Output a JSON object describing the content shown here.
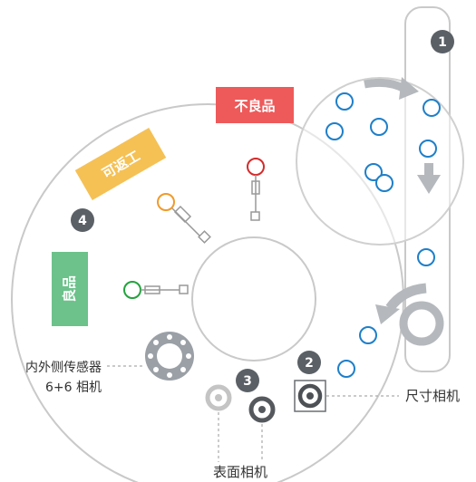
{
  "colors": {
    "outline": "#c9c9c9",
    "blue": "#1e7fc9",
    "badge": "#5a6066",
    "defect": "#ee5a5a",
    "reworkable": "#f5c155",
    "good": "#6cc28a",
    "red_marker": "#d42b2b",
    "orange_marker": "#f09a2a",
    "green_marker": "#23a33d",
    "arrow_gray": "#b5b9bd"
  },
  "badges": {
    "b1": "1",
    "b2": "2",
    "b3": "3",
    "b4": "4"
  },
  "tags": {
    "defective": "不良品",
    "reworkable": "可返工",
    "good": "良品"
  },
  "labels": {
    "sensor_line1": "内外侧传感器",
    "sensor_line2": "6+6 相机",
    "dimension_camera": "尺寸相机",
    "surface_camera": "表面相机"
  }
}
